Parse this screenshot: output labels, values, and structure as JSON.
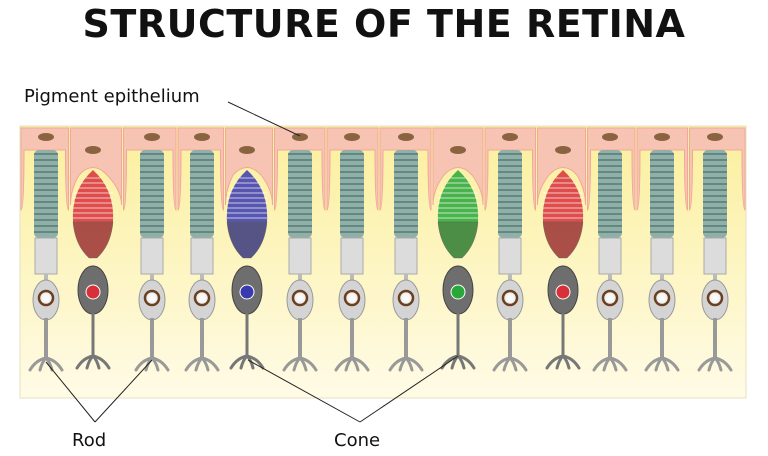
{
  "title": "STRUCTURE OF THE RETINA",
  "labels": {
    "pigment_epithelium": "Pigment epithelium",
    "rod": "Rod",
    "cone": "Cone"
  },
  "colors": {
    "epithelium": "#f7c4b4",
    "background": "#fdf6c8",
    "rod_segment": "#8fb0a8",
    "rod_body": "#d4d4d4",
    "cone_red": "#d8303a",
    "cone_blue": "#3a3ab0",
    "cone_green": "#28a838",
    "pigment_nucleus": "#8a6440"
  },
  "cells": [
    {
      "type": "rod"
    },
    {
      "type": "cone",
      "color": "cone_red"
    },
    {
      "type": "rod"
    },
    {
      "type": "rod"
    },
    {
      "type": "cone",
      "color": "cone_blue"
    },
    {
      "type": "rod"
    },
    {
      "type": "rod"
    },
    {
      "type": "rod"
    },
    {
      "type": "cone",
      "color": "cone_green"
    },
    {
      "type": "rod"
    },
    {
      "type": "cone",
      "color": "cone_red"
    },
    {
      "type": "rod"
    },
    {
      "type": "rod"
    },
    {
      "type": "rod"
    }
  ]
}
